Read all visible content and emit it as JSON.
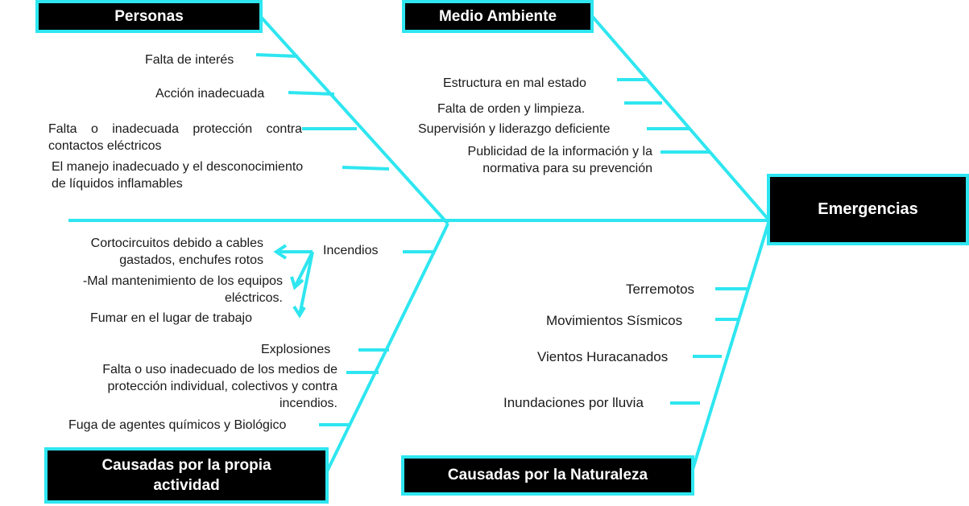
{
  "colors": {
    "bone": "#2ee6f0",
    "box_fill": "#000000",
    "box_text": "#ffffff",
    "label_text": "#1a1a1a"
  },
  "boxes": {
    "personas": "Personas",
    "medio_ambiente": "Medio Ambiente",
    "emergencias": "Emergencias",
    "propia_actividad": "Causadas por la propia actividad",
    "naturaleza": "Causadas por la Naturaleza"
  },
  "personas": {
    "falta_interes": "Falta de interés",
    "accion_inadecuada": "Acción inadecuada",
    "proteccion_l1": "Falta o inadecuada protección contra",
    "proteccion_l2": "contactos eléctricos",
    "manejo_l1": "El manejo inadecuado y el desconocimiento",
    "manejo_l2": "de líquidos inflamables"
  },
  "medio_ambiente": {
    "estructura": "Estructura en mal estado",
    "orden": "Falta de orden y limpieza.",
    "supervision": "Supervisión y liderazgo deficiente",
    "publicidad_l1": "Publicidad de la información y la",
    "publicidad_l2": "normativa para su prevención"
  },
  "propia_actividad": {
    "incendios": "Incendios",
    "corto_l1": "Cortocircuitos debido a cables",
    "corto_l2": "gastados, enchufes rotos",
    "mant_l1": "-Mal mantenimiento de los equipos",
    "mant_l2": "eléctricos.",
    "fumar": "Fumar en  el lugar de trabajo",
    "explosiones": "Explosiones",
    "medios_l1": "Falta o uso inadecuado de los medios de",
    "medios_l2": "protección individual, colectivos y contra",
    "medios_l3": "incendios.",
    "fuga": "Fuga de agentes químicos y Biológico"
  },
  "naturaleza": {
    "terremotos": "Terremotos",
    "sismicos": "Movimientos Sísmicos",
    "vientos": "Vientos Huracanados",
    "inundaciones": "Inundaciones por lluvia"
  }
}
